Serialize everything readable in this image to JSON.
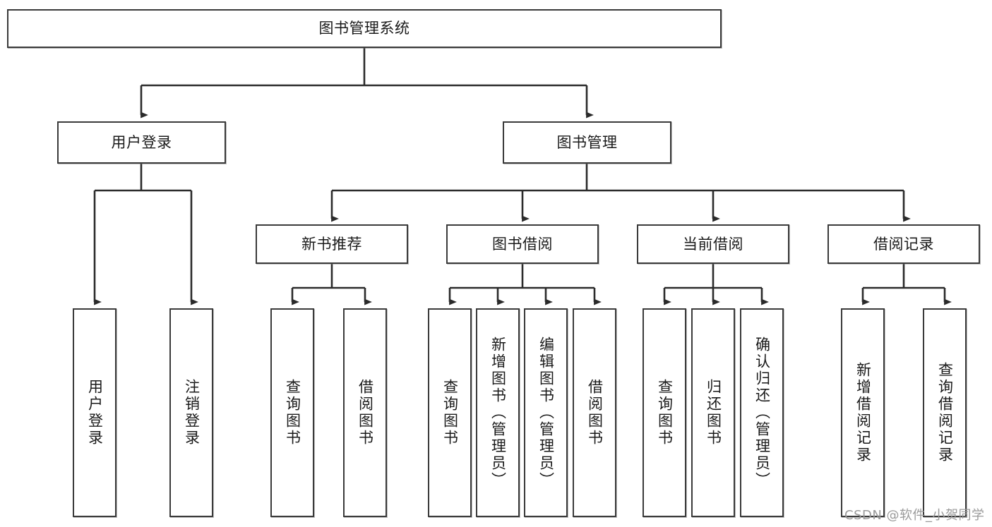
{
  "diagram": {
    "type": "tree-hierarchy-diagram",
    "title": "图书管理系统",
    "watermark": "CSDN @软件_小贺同学",
    "colors": {
      "box_border": "#3a3a3a",
      "box_fill": "#ffffff",
      "connector": "#2b2b2b",
      "text": "#1a1a1a",
      "watermark": "#9a9a9a",
      "background": "#ffffff"
    },
    "levels": [
      {
        "level": 1,
        "nodes": [
          {
            "id": "root",
            "label": "图书管理系统",
            "orientation": "horizontal"
          }
        ]
      },
      {
        "level": 2,
        "nodes": [
          {
            "id": "user-login",
            "label": "用户登录",
            "orientation": "horizontal",
            "parent": "root"
          },
          {
            "id": "book-manage",
            "label": "图书管理",
            "orientation": "horizontal",
            "parent": "root"
          }
        ]
      },
      {
        "level": 3,
        "nodes": [
          {
            "id": "new-book-recommend",
            "label": "新书推荐",
            "orientation": "horizontal",
            "parent": "book-manage"
          },
          {
            "id": "book-borrow",
            "label": "图书借阅",
            "orientation": "horizontal",
            "parent": "book-manage"
          },
          {
            "id": "current-borrow",
            "label": "当前借阅",
            "orientation": "horizontal",
            "parent": "book-manage"
          },
          {
            "id": "borrow-record",
            "label": "借阅记录",
            "orientation": "horizontal",
            "parent": "book-manage"
          }
        ]
      },
      {
        "level": 4,
        "nodes": [
          {
            "id": "leaf-user-login",
            "label": "用户登录",
            "orientation": "vertical",
            "parent": "user-login"
          },
          {
            "id": "leaf-logout-login",
            "label": "注销登录",
            "orientation": "vertical",
            "parent": "user-login"
          },
          {
            "id": "leaf-query-book-1",
            "label": "查询图书",
            "orientation": "vertical",
            "parent": "new-book-recommend"
          },
          {
            "id": "leaf-borrow-book-1",
            "label": "借阅图书",
            "orientation": "vertical",
            "parent": "new-book-recommend"
          },
          {
            "id": "leaf-query-book-2",
            "label": "查询图书",
            "orientation": "vertical",
            "parent": "book-borrow"
          },
          {
            "id": "leaf-add-book-admin",
            "label": "新增图书（管理员）",
            "orientation": "vertical",
            "parent": "book-borrow"
          },
          {
            "id": "leaf-edit-book-admin",
            "label": "编辑图书（管理员）",
            "orientation": "vertical",
            "parent": "book-borrow"
          },
          {
            "id": "leaf-borrow-book-2",
            "label": "借阅图书",
            "orientation": "vertical",
            "parent": "book-borrow"
          },
          {
            "id": "leaf-query-book-3",
            "label": "查询图书",
            "orientation": "vertical",
            "parent": "current-borrow"
          },
          {
            "id": "leaf-return-book",
            "label": "归还图书",
            "orientation": "vertical",
            "parent": "current-borrow"
          },
          {
            "id": "leaf-confirm-return-admin",
            "label": "确认归还（管理员）",
            "orientation": "vertical",
            "parent": "current-borrow"
          },
          {
            "id": "leaf-add-borrow-record",
            "label": "新增借阅记录",
            "orientation": "vertical",
            "parent": "borrow-record"
          },
          {
            "id": "leaf-query-borrow-record",
            "label": "查询借阅记录",
            "orientation": "vertical",
            "parent": "borrow-record"
          }
        ]
      }
    ]
  }
}
